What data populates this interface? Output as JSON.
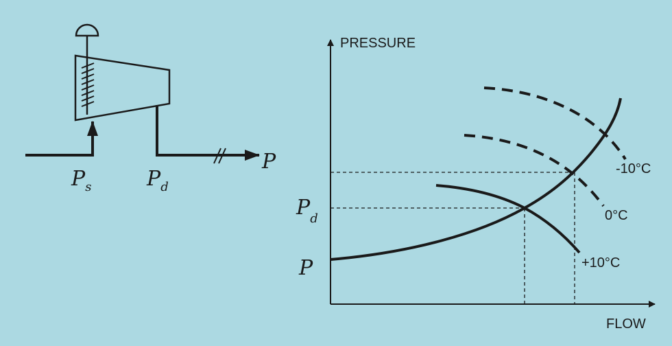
{
  "schematic": {
    "suction_label": "P",
    "suction_sub": "s",
    "discharge_label": "P",
    "discharge_sub": "d",
    "outlet_label": "P"
  },
  "chart": {
    "y_axis_label": "PRESSURE",
    "x_axis_label": "FLOW",
    "pd_label": "P",
    "pd_sub": "d",
    "p_label": "P",
    "curves": [
      {
        "label": "-10°C",
        "style": "dashed"
      },
      {
        "label": "0°C",
        "style": "dashed"
      },
      {
        "label": "+10°C",
        "style": "solid"
      }
    ]
  },
  "colors": {
    "background": "#acd9e2",
    "ink": "#1a1a1a"
  }
}
